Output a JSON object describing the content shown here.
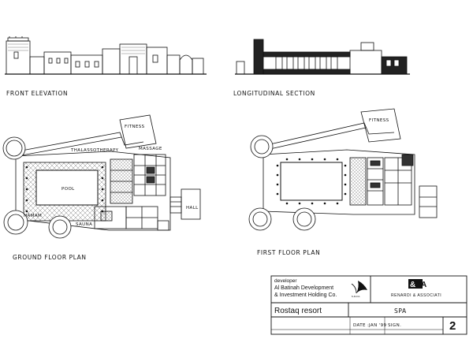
{
  "drawings": {
    "front_elevation": {
      "title": "FRONT ELEVATION"
    },
    "longitudinal_section": {
      "title": "LONGITUDINAL SECTION"
    },
    "ground_floor_plan": {
      "title": "GROUND FLOOR PLAN",
      "labels": {
        "thalassotherapy": "THALASSOTHERAPY",
        "pool": "POOL",
        "fitness": "FITNESS",
        "hall": "HALL",
        "hamam": "HAMAM",
        "massage": "MASSAGE",
        "sauna": "SAUNA"
      }
    },
    "first_floor_plan": {
      "title": "FIRST FLOOR PLAN",
      "labels": {
        "fitness": "FITNESS"
      }
    }
  },
  "title_block": {
    "developer_label": "developer",
    "developer_line1": "Al Batinah Development",
    "developer_line2": "& Investment Holding Co.",
    "developer_suffix": "s.a.o.c.",
    "architect": "RENARDI & ASSOCIATI",
    "project": "Rostaq resort",
    "building": "SPA",
    "date_label": "DATE :",
    "date_value": "JAN '99",
    "sign_label": "SIGN.",
    "sheet_number": "2"
  }
}
